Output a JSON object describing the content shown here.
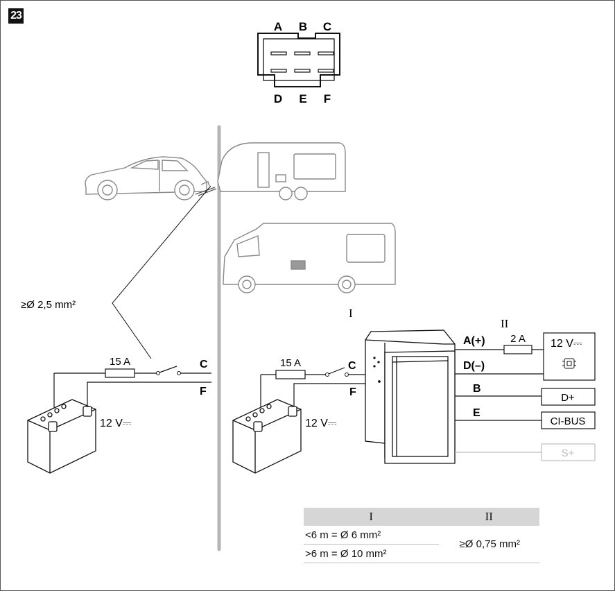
{
  "figure": {
    "number": "23"
  },
  "connector": {
    "pins_top": [
      "A",
      "B",
      "C"
    ],
    "pins_bottom": [
      "D",
      "E",
      "F"
    ]
  },
  "left": {
    "wire_gauge": "≥Ø 2,5 mm²",
    "fuse": "15 A",
    "terminal_c": "C",
    "terminal_f": "F",
    "battery_voltage": "12 V⎓"
  },
  "right": {
    "circuit_i": "I",
    "circuit_ii": "II",
    "fuse": "15 A",
    "terminal_c": "C",
    "terminal_f": "F",
    "battery_voltage": "12 V⎓",
    "pin_a": "A(+)",
    "pin_d": "D(–)",
    "pin_b": "B",
    "pin_e": "E",
    "fuse_small": "2 A",
    "supply": "12 V⎓",
    "box_dplus": "D+",
    "box_cibus": "CI-BUS",
    "box_splus": "S+"
  },
  "table": {
    "header_i": "I",
    "header_ii": "II",
    "row1_i": "<6 m = Ø 6 mm²",
    "row2_i": ">6 m = Ø 10 mm²",
    "merged_ii": "≥Ø 0,75 mm²"
  }
}
